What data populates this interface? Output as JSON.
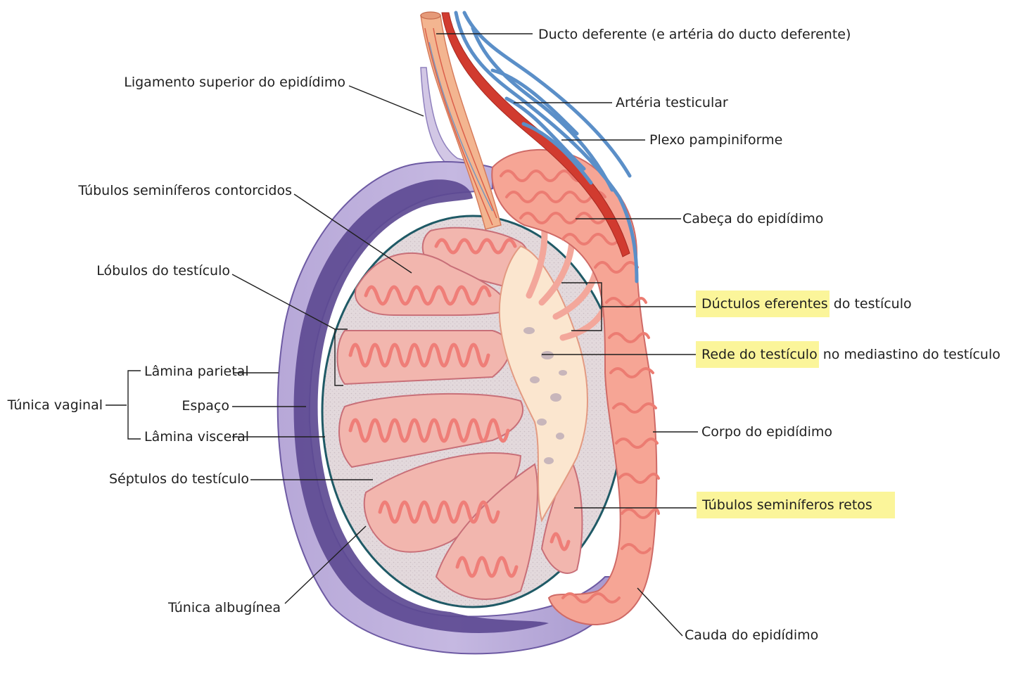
{
  "labels": {
    "ducto_deferente": "Ducto deferente (e artéria do ducto deferente)",
    "ligamento_superior": "Ligamento superior do epidídimo",
    "arteria_testicular": "Artéria testicular",
    "plexo_pampiniforme": "Plexo pampiniforme",
    "tubulos_contorcidos": "Túbulos seminíferos contorcidos",
    "cabeca_epididimo": "Cabeça do epidídimo",
    "lobulos_testiculo": "Lóbulos do testículo",
    "ductulos_eferentes": {
      "highlighted": "Dúctulos eferentes",
      "rest": " do testículo"
    },
    "rede_testiculo": {
      "highlighted": "Rede do testículo",
      "rest": " no mediastino do testículo"
    },
    "lamina_parietal": "Lâmina parietal",
    "tunica_vaginal": "Túnica vaginal",
    "espaco": "Espaço",
    "lamina_visceral": "Lâmina visceral",
    "corpo_epididimo": "Corpo do epidídimo",
    "septulos_testiculo": "Séptulos do testículo",
    "tubulos_retos": {
      "highlighted": "Túbulos seminíferos retos",
      "rest": ""
    },
    "tunica_albuginea": "Túnica albugínea",
    "cauda_epididimo": "Cauda do epidídimo"
  },
  "colors": {
    "highlight": "#fbf59a",
    "tunica_vaginalis": "#8e7bc0",
    "vaginal_space": "#5d4a93",
    "testis_interior": "#e4dadd",
    "tubule": "#f08b84",
    "rete_testis": "#fbe6cf",
    "artery": "#d13b2f",
    "vein": "#5b8fc8",
    "leader_line": "#1f1f1f"
  }
}
